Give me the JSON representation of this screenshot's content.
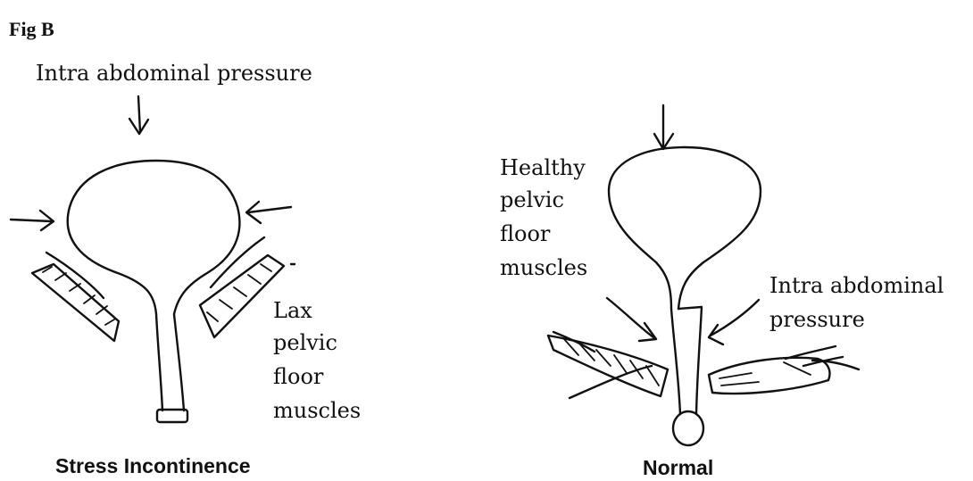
{
  "figure_label": "Fig B",
  "left_diagram": {
    "top_label": "Intra abdominal pressure",
    "muscle_label": [
      "Lax",
      "pelvic",
      "floor",
      "muscles"
    ],
    "caption": "Stress Incontinence"
  },
  "right_diagram": {
    "muscle_label": [
      "Healthy",
      "pelvic",
      "floor",
      "muscles"
    ],
    "pressure_label": [
      "Intra abdominal",
      "pressure"
    ],
    "caption": "Normal"
  }
}
